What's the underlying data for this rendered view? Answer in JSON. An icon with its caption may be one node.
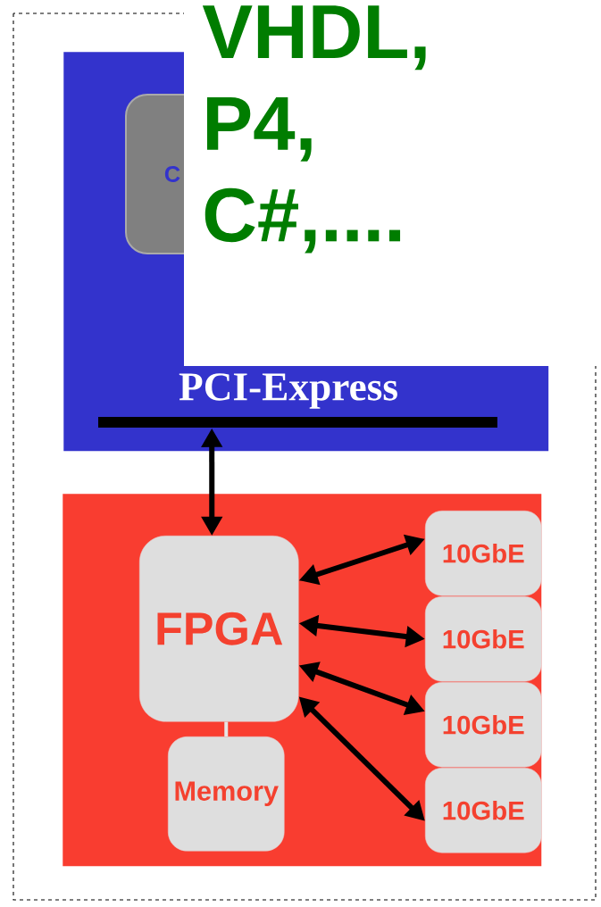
{
  "diagram": {
    "nodes": [
      {
        "text": [],
        "shape": "box"
      },
      {
        "text": [
          "C"
        ],
        "in": 0
      },
      {
        "text": [
          "PCI-Express"
        ],
        "in": 0
      },
      {
        "text": [],
        "shape": "box"
      },
      {
        "text": [
          "FPGA"
        ],
        "in": 3
      },
      {
        "text": [
          "Memory"
        ],
        "in": 3
      },
      {
        "text": [
          "10GbE"
        ],
        "in": 3
      },
      {
        "text": [
          "10GbE"
        ],
        "in": 3
      },
      {
        "text": [
          "10GbE"
        ],
        "in": 3
      },
      {
        "text": [
          "10GbE"
        ],
        "in": 3
      }
    ],
    "edges": [
      {
        "from": 2,
        "to": 4,
        "arrow": "both"
      },
      {
        "from": 4,
        "to": 5,
        "arrow": "none",
        "color": "#e6e6e6"
      },
      {
        "from": 4,
        "to": 6,
        "arrow": "both"
      },
      {
        "from": 4,
        "to": 7,
        "arrow": "both"
      },
      {
        "from": 4,
        "to": 8,
        "arrow": "both"
      },
      {
        "from": 4,
        "to": 9,
        "arrow": "both"
      }
    ],
    "labels": [
      "VHDL, P4, C#,...."
    ]
  }
}
